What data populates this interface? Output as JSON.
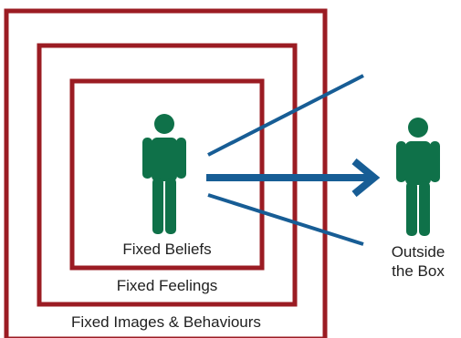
{
  "labels": {
    "inner_box": "Fixed Beliefs",
    "middle_box": "Fixed Feelings",
    "outer_box": "Fixed Images & Behaviours",
    "outside_line1": "Outside",
    "outside_line2": "the Box"
  },
  "colors": {
    "box_border": "#9b1c23",
    "figure": "#0f7149",
    "arrow": "#175d95",
    "text": "#1f1f1f"
  },
  "icons": {
    "inside_figure": "person-icon",
    "outside_figure": "person-icon"
  }
}
